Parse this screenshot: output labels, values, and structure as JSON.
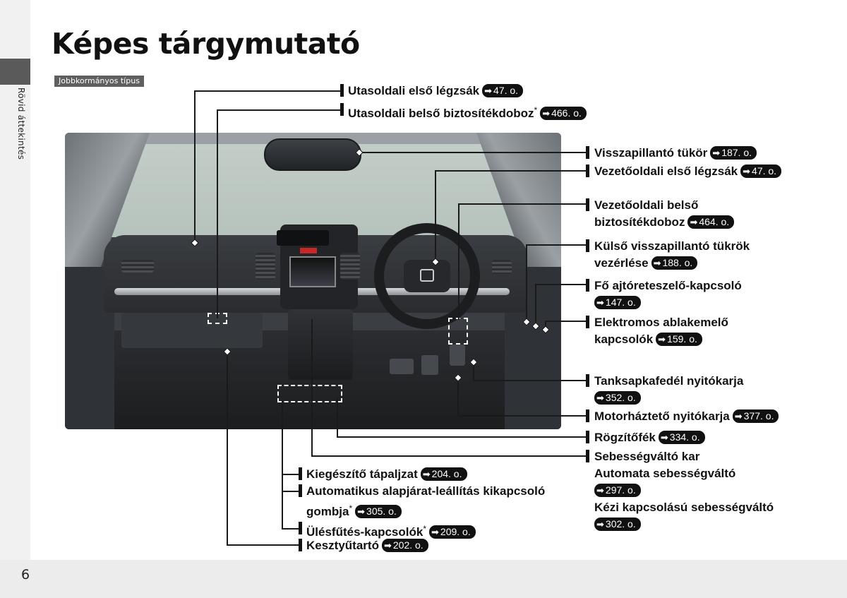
{
  "page": {
    "title": "Képes tárgymutató",
    "variant": "Jobbkormányos típus",
    "side_tab": "Rövid áttekintés",
    "page_number": "6",
    "arrow_glyph": "➡"
  },
  "labels": {
    "l1": {
      "text": "Utasoldali első légzsák",
      "ref": "47. o."
    },
    "l2": {
      "text": "Utasoldali belső biztosítékdoboz",
      "star": "*",
      "ref": "466. o."
    },
    "l3": {
      "text": "Visszapillantó tükör",
      "ref": "187. o."
    },
    "l4": {
      "text": "Vezetőoldali első légzsák",
      "ref": "47. o."
    },
    "l5": {
      "line1": "Vezetőoldali belső",
      "line2": "biztosítékdoboz",
      "ref": "464. o."
    },
    "l6": {
      "line1": "Külső visszapillantó tükrök",
      "line2": "vezérlése",
      "ref": "188. o."
    },
    "l7": {
      "text": "Fő ajtóreteszelő-kapcsoló",
      "ref": "147. o."
    },
    "l8": {
      "line1": "Elektromos ablakemelő",
      "line2": "kapcsolók",
      "ref": "159. o."
    },
    "l9": {
      "text": "Tanksapkafedél nyitókarja",
      "ref": "352. o."
    },
    "l10": {
      "text": "Motorháztető nyitókarja",
      "ref": "377. o."
    },
    "l11": {
      "text": "Rögzítőfék",
      "ref": "334. o."
    },
    "l12": {
      "line1": "Sebességváltó kar",
      "line2": "Automata sebességváltó",
      "ref": "297. o.",
      "line3": "Kézi kapcsolású sebességváltó",
      "ref2": "302. o."
    },
    "l13": {
      "text": "Kiegészítő tápaljzat",
      "ref": "204. o."
    },
    "l14": {
      "line1": "Automatikus alapjárat-leállítás kikapcsoló",
      "line2": "gombja",
      "star": "*",
      "ref": "305. o."
    },
    "l15": {
      "text": "Ülésfűtés-kapcsolók",
      "star": "*",
      "ref": "209. o."
    },
    "l16": {
      "text": "Kesztyűtartó",
      "ref": "202. o."
    }
  }
}
